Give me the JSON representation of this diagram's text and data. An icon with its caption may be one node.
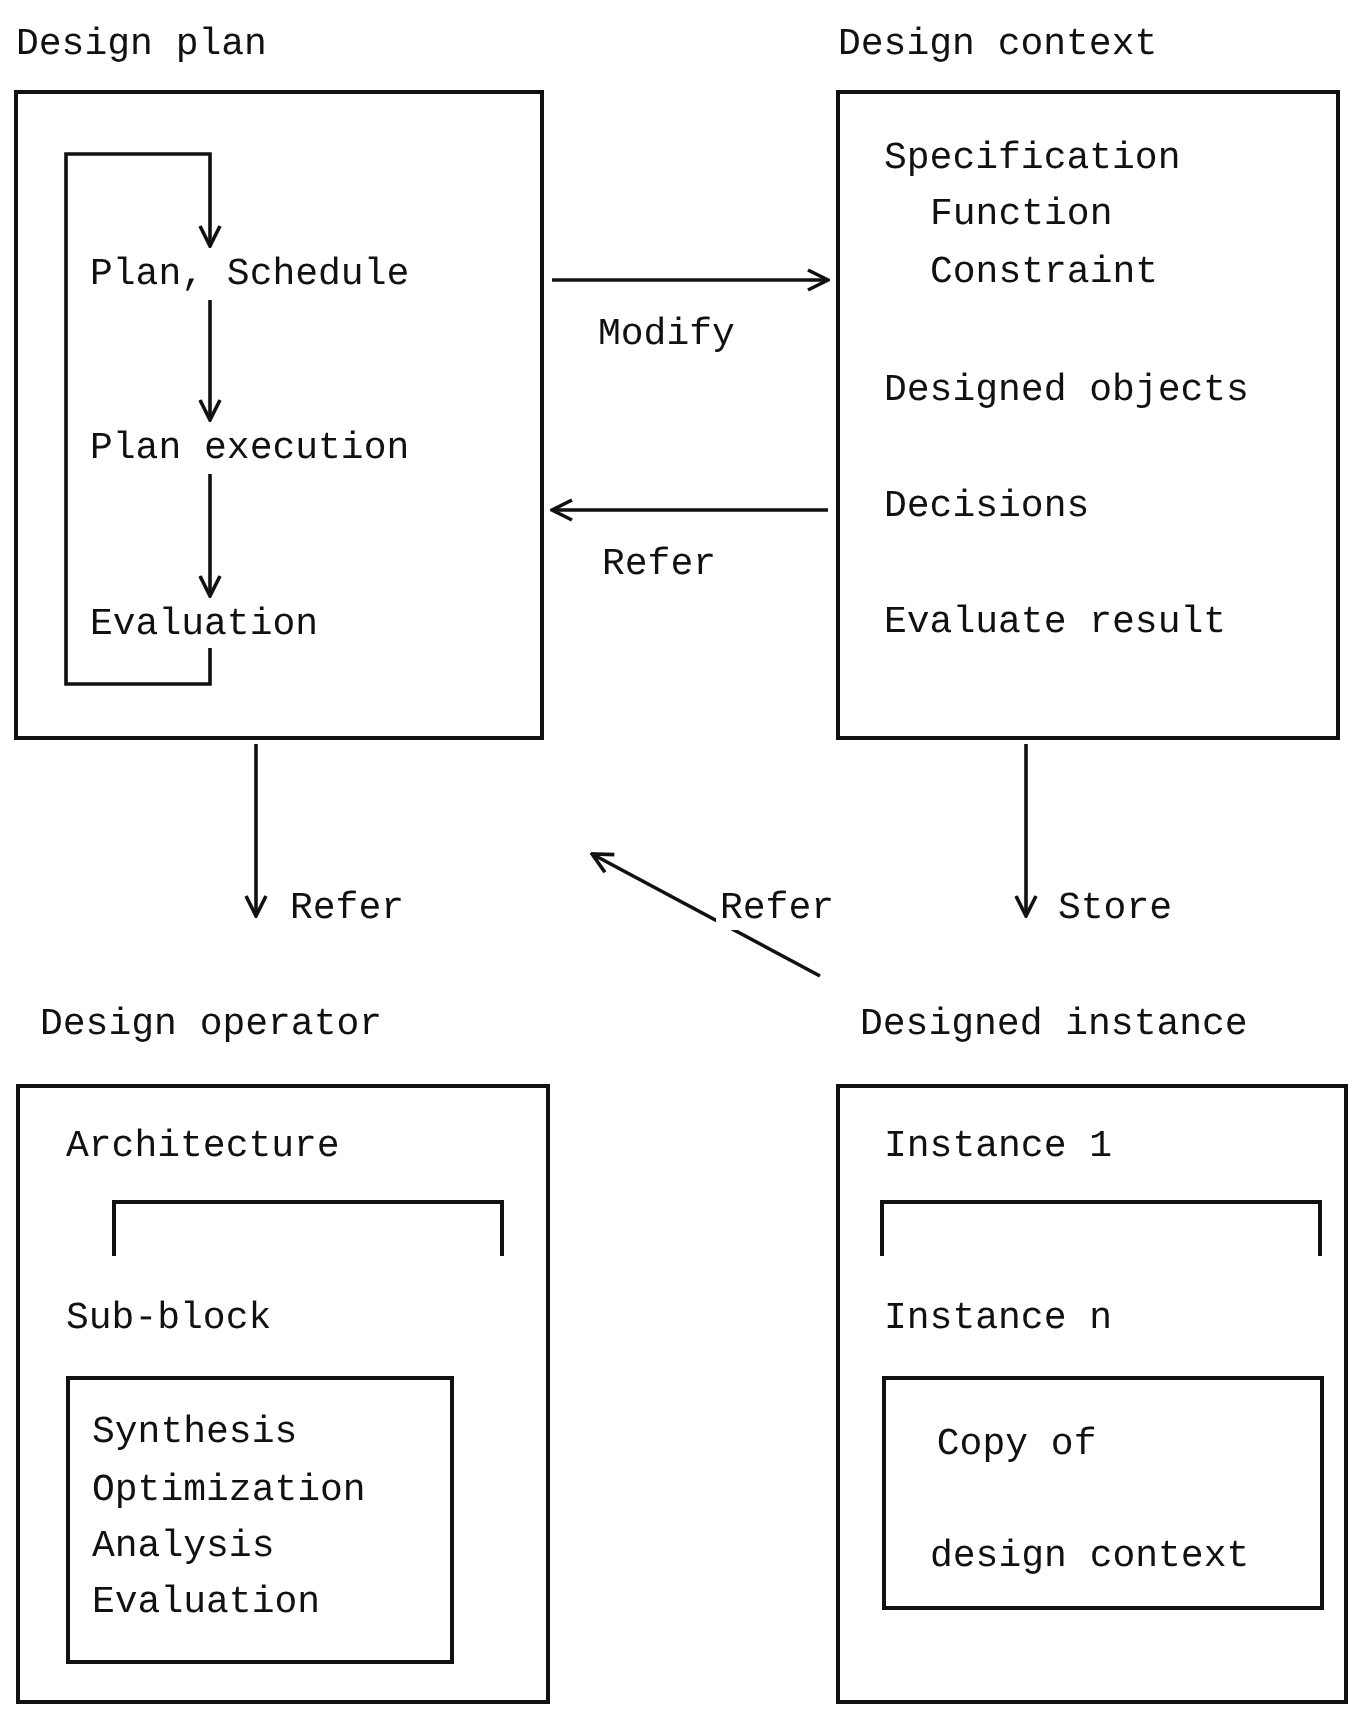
{
  "diagram": {
    "nodes": [
      {
        "text": [
          "Design plan"
        ]
      },
      {
        "text": [
          "Plan, Schedule"
        ],
        "in": 0
      },
      {
        "text": [
          "Plan execution"
        ],
        "in": 0
      },
      {
        "text": [
          "Evaluation"
        ],
        "in": 0
      },
      {
        "text": [
          "Design context",
          "Specification",
          "Function",
          "Constraint",
          "Designed objects",
          "Decisions",
          "Evaluate result"
        ]
      },
      {
        "text": [
          "Design operator",
          "Architecture",
          "Sub-block"
        ]
      },
      {
        "text": [
          "Synthesis",
          "Optimization",
          "Analysis",
          "Evaluation"
        ],
        "in": 5
      },
      {
        "text": [
          "Designed instance",
          "Instance 1",
          "Instance n"
        ]
      },
      {
        "text": [
          "Copy of design context"
        ],
        "in": 7
      }
    ],
    "edges": [
      {
        "from": 1,
        "to": 2,
        "arrow": "to"
      },
      {
        "from": 2,
        "to": 3,
        "arrow": "to"
      },
      {
        "from": 3,
        "to": 1,
        "arrow": "to"
      },
      {
        "from": 0,
        "to": 4,
        "label": "Modify",
        "arrow": "to"
      },
      {
        "from": 4,
        "to": 0,
        "label": "Refer",
        "arrow": "to"
      },
      {
        "from": 0,
        "to": 5,
        "label": "Refer",
        "arrow": "to"
      },
      {
        "from": 4,
        "to": 7,
        "label": "Store",
        "arrow": "to"
      },
      {
        "from": 7,
        "to": 0,
        "label": "Refer",
        "arrow": "to"
      }
    ]
  }
}
